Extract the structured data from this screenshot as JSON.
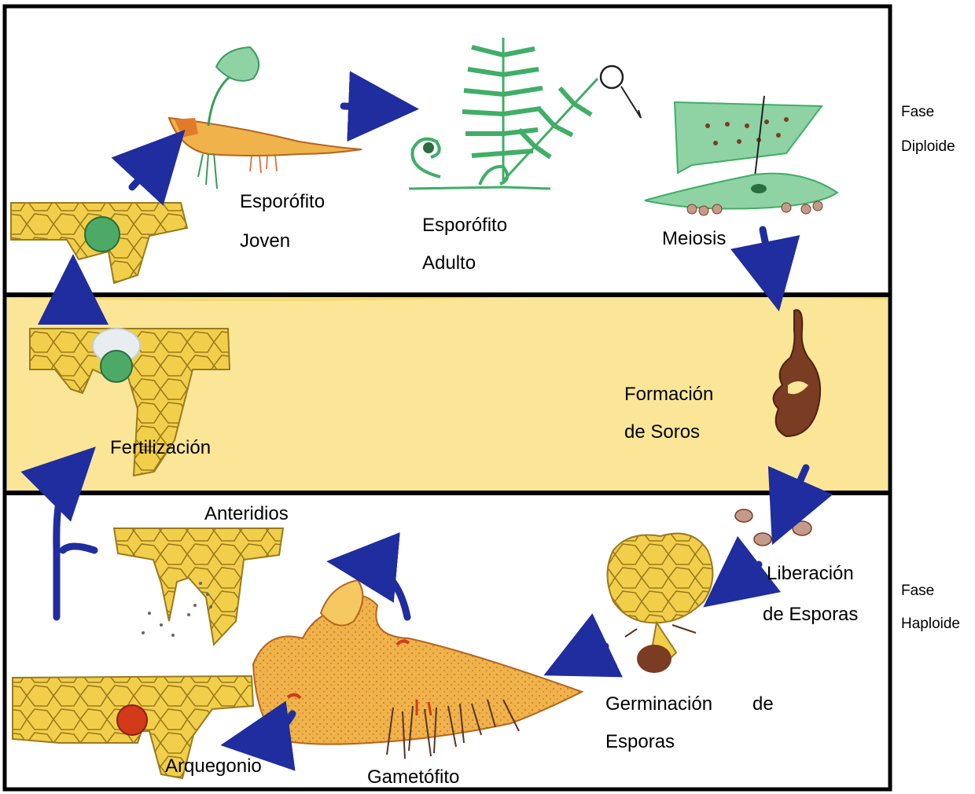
{
  "labels": {
    "esporofito_joven": [
      "Esporófito",
      "Joven"
    ],
    "esporofito_adulto": [
      "Esporófito",
      "Adulto"
    ],
    "meiosis": "Meiosis",
    "formacion_soros": [
      "Formación",
      "de Soros"
    ],
    "fertilizacion": "Fertilización",
    "anteridios": "Anteridios",
    "liberacion_esporas": [
      "Liberación",
      "de Esporas"
    ],
    "germinacion_esporas": [
      "Germinación",
      "de",
      "Esporas"
    ],
    "arquegonio": "Arquegonio",
    "gametofito": "Gametófito"
  },
  "phases": {
    "diploid": [
      "Fase",
      "Diploide"
    ],
    "haploid": [
      "Fase",
      "Haploide"
    ]
  },
  "colors": {
    "arrow": "#1f2d9e",
    "cell_yellow": "#f2cf4a",
    "cell_line": "#9a7a1e",
    "fern_green": "#3fae66",
    "middle_band": "#fbe597",
    "gametophyte": "#f0b24a",
    "egg_red": "#d33a1a",
    "sorus_brown": "#7a3c22"
  }
}
